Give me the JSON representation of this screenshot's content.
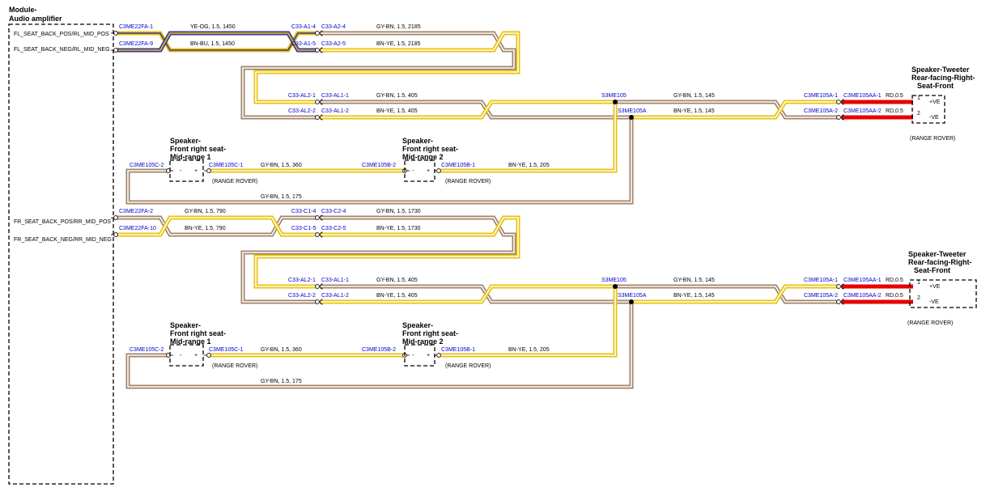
{
  "colors": {
    "wire_outer_yellow": "#e8c20c",
    "wire_outer_brown": "#a0846a",
    "wire_core_white": "#ffffff",
    "wire_blue": "#3b3a9a",
    "wire_red": "#e60000",
    "connector_label": "#0000cc",
    "text": "#000000"
  },
  "module": {
    "title_line1": "Module-",
    "title_line2": "Audio amplifier",
    "pins": [
      "FL_SEAT_BACK_POS/RL_MID_POS",
      "FL_SEAT_BACK_NEG/RL_MID_NEG",
      "FR_SEAT_BACK_POS/RR_MID_POS",
      "FR_SEAT_BACK_NEG/RR_MID_NEG"
    ]
  },
  "circuits": [
    {
      "amp_connectors": [
        "C3ME22FA-1",
        "C3ME22FA-9"
      ],
      "seg1_wires": [
        "YE-OG, 1.5, 1450",
        "BN-BU, 1.5, 1450"
      ],
      "inline1_left": [
        "C33-A1-4",
        "C33-A1-5"
      ],
      "inline1_right": [
        "C33-A2-4",
        "C33-A2-5"
      ],
      "seg2_wires": [
        "GY-BN, 1.5, 2185",
        "BN-YE, 1.5, 2185"
      ],
      "inline2_left": [
        "C33-AL2-1",
        "C33-AL2-2"
      ],
      "inline2_right": [
        "C33-AL1-1",
        "C33-AL1-2"
      ],
      "seg3_wires": [
        "GY-BN, 1.5, 405",
        "BN-YE, 1.5, 405"
      ],
      "splices": [
        "S3ME105",
        "S3ME105A"
      ],
      "seg4_wires": [
        "GY-BN, 1.5, 145",
        "BN-YE, 1.5, 145"
      ],
      "tweeter_connectors": [
        "C3ME105A-1",
        "C3ME105A-2"
      ],
      "tweeter_pigtails": [
        "C3ME105AA-1",
        "C3ME105AA-2"
      ],
      "pigtail_wires": [
        "RD,0.5",
        "RD,0.5"
      ],
      "tweeter": {
        "title": [
          "Speaker-Tweeter",
          "Rear-facing-Right-",
          "Seat-Front"
        ],
        "pins": [
          "1",
          "2"
        ],
        "polarity": [
          "+VE",
          "-VE"
        ],
        "note": "(RANGE ROVER)"
      },
      "mid1": {
        "title": [
          "Speaker-",
          "Front right seat-",
          "Mid-range 1"
        ],
        "left_connector": "C3ME105C-2",
        "right_connector": "C3ME105C-1",
        "polarity": [
          "-",
          "+"
        ],
        "note": "(RANGE ROVER)"
      },
      "mid_link_wire": "GY-BN, 1.5, 360",
      "mid2": {
        "title": [
          "Speaker-",
          "Front right seat-",
          "Mid-range 2"
        ],
        "left_connector": "C3ME105B-2",
        "right_connector": "C3ME105B-1",
        "polarity": [
          "-",
          "+"
        ],
        "note": "(RANGE ROVER)"
      },
      "mid2_feed_wire": "BN-YE, 1.5, 205",
      "return_wire": "GY-BN, 1.5, 175"
    },
    {
      "amp_connectors": [
        "C3ME22FA-2",
        "C3ME22FA-10"
      ],
      "seg1_wires": [
        "GY-BN, 1.5, 790",
        "BN-YE, 1.5, 790"
      ],
      "inline1_left": [
        "C33-C1-4",
        "C33-C1-5"
      ],
      "inline1_right": [
        "C33-C2-4",
        "C33-C2-5"
      ],
      "seg2_wires": [
        "GY-BN, 1.5, 1730",
        "BN-YE, 1.5, 1730"
      ],
      "inline2_left": [
        "C33-AL2-1",
        "C33-AL2-2"
      ],
      "inline2_right": [
        "C33-AL1-1",
        "C33-AL1-2"
      ],
      "seg3_wires": [
        "GY-BN, 1.5, 405",
        "BN-YE, 1.5, 405"
      ],
      "splices": [
        "S3ME105",
        "S3ME105A"
      ],
      "seg4_wires": [
        "GY-BN, 1.5, 145",
        "BN-YE, 1.5, 145"
      ],
      "tweeter_connectors": [
        "C3ME105A-1",
        "C3ME105A-2"
      ],
      "tweeter_pigtails": [
        "C3ME105AA-1",
        "C3ME105AA-2"
      ],
      "pigtail_wires": [
        "RD,0.5",
        "RD,0.5"
      ],
      "tweeter": {
        "title": [
          "Speaker-Tweeter",
          "Rear-facing-Right-",
          "Seat-Front"
        ],
        "pins": [
          "1",
          "2"
        ],
        "polarity": [
          "+VE",
          "-VE"
        ],
        "note": "(RANGE ROVER)"
      },
      "mid1": {
        "title": [
          "Speaker-",
          "Front right seat-",
          "Mid-range 1"
        ],
        "left_connector": "C3ME105C-2",
        "right_connector": "C3ME105C-1",
        "polarity": [
          "-",
          "+"
        ],
        "note": "(RANGE ROVER)"
      },
      "mid_link_wire": "GY-BN, 1.5, 360",
      "mid2": {
        "title": [
          "Speaker-",
          "Front right seat-",
          "Mid-range 2"
        ],
        "left_connector": "C3ME105B-2",
        "right_connector": "C3ME105B-1",
        "polarity": [
          "-",
          "+"
        ],
        "note": "(RANGE ROVER)"
      },
      "mid2_feed_wire": "BN-YE, 1.5, 205",
      "return_wire": "GY-BN, 1.5, 175"
    }
  ]
}
